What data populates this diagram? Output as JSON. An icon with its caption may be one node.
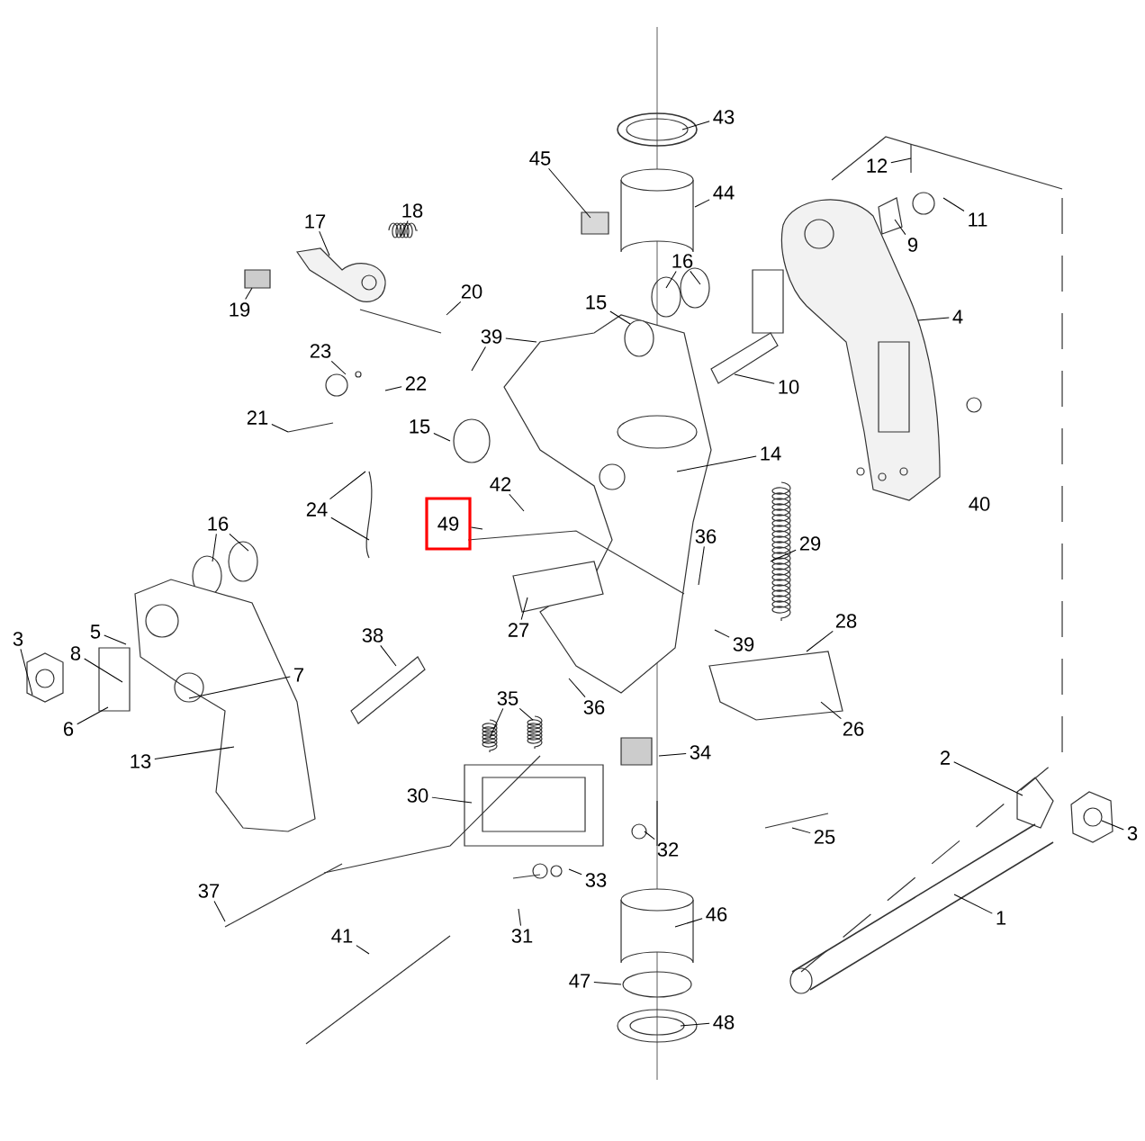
{
  "diagram": {
    "nodes": [
      {
        "text": [
          "43"
        ]
      },
      {
        "text": [
          "45"
        ]
      },
      {
        "text": [
          "44"
        ]
      },
      {
        "text": [
          "12"
        ]
      },
      {
        "text": [
          "11"
        ]
      },
      {
        "text": [
          "9"
        ]
      },
      {
        "text": [
          "17"
        ]
      },
      {
        "text": [
          "18"
        ]
      },
      {
        "text": [
          "19"
        ]
      },
      {
        "text": [
          "20"
        ]
      },
      {
        "text": [
          "16"
        ]
      },
      {
        "text": [
          "15"
        ]
      },
      {
        "text": [
          "4"
        ]
      },
      {
        "text": [
          "39"
        ]
      },
      {
        "text": [
          "23"
        ]
      },
      {
        "text": [
          "22"
        ]
      },
      {
        "text": [
          "21"
        ]
      },
      {
        "text": [
          "10"
        ]
      },
      {
        "text": [
          "15"
        ]
      },
      {
        "text": [
          "14"
        ]
      },
      {
        "text": [
          "40"
        ]
      },
      {
        "text": [
          "24"
        ]
      },
      {
        "text": [
          "42"
        ]
      },
      {
        "text": [
          "49"
        ]
      },
      {
        "text": [
          "16"
        ]
      },
      {
        "text": [
          "36"
        ]
      },
      {
        "text": [
          "29"
        ]
      },
      {
        "text": [
          "3"
        ]
      },
      {
        "text": [
          "5"
        ]
      },
      {
        "text": [
          "8"
        ]
      },
      {
        "text": [
          "6"
        ]
      },
      {
        "text": [
          "7"
        ]
      },
      {
        "text": [
          "38"
        ]
      },
      {
        "text": [
          "27"
        ]
      },
      {
        "text": [
          "28"
        ]
      },
      {
        "text": [
          "39"
        ]
      },
      {
        "text": [
          "13"
        ]
      },
      {
        "text": [
          "35"
        ]
      },
      {
        "text": [
          "36"
        ]
      },
      {
        "text": [
          "26"
        ]
      },
      {
        "text": [
          "34"
        ]
      },
      {
        "text": [
          "30"
        ]
      },
      {
        "text": [
          "2"
        ]
      },
      {
        "text": [
          "3"
        ]
      },
      {
        "text": [
          "32"
        ]
      },
      {
        "text": [
          "25"
        ]
      },
      {
        "text": [
          "33"
        ]
      },
      {
        "text": [
          "1"
        ]
      },
      {
        "text": [
          "37"
        ]
      },
      {
        "text": [
          "31"
        ]
      },
      {
        "text": [
          "46"
        ]
      },
      {
        "text": [
          "41"
        ]
      },
      {
        "text": [
          "47"
        ]
      },
      {
        "text": [
          "48"
        ]
      }
    ],
    "edges": [
      {
        "from": 0,
        "to": null,
        "arrow": "none"
      },
      {
        "from": 1,
        "to": null,
        "arrow": "none"
      },
      {
        "from": 2,
        "to": null,
        "arrow": "none"
      },
      {
        "from": 3,
        "to": null,
        "arrow": "none"
      },
      {
        "from": 4,
        "to": null,
        "arrow": "none"
      },
      {
        "from": 5,
        "to": null,
        "arrow": "none"
      },
      {
        "from": 6,
        "to": null,
        "arrow": "none"
      },
      {
        "from": 7,
        "to": null,
        "arrow": "none"
      },
      {
        "from": 8,
        "to": null,
        "arrow": "none"
      },
      {
        "from": 9,
        "to": null,
        "arrow": "none"
      },
      {
        "from": 10,
        "to": null,
        "arrow": "none"
      },
      {
        "from": 10,
        "to": null,
        "arrow": "none"
      },
      {
        "from": 11,
        "to": null,
        "arrow": "none"
      },
      {
        "from": 12,
        "to": null,
        "arrow": "none"
      },
      {
        "from": 13,
        "to": null,
        "arrow": "none"
      },
      {
        "from": 13,
        "to": null,
        "arrow": "none"
      },
      {
        "from": 14,
        "to": null,
        "arrow": "none"
      },
      {
        "from": 15,
        "to": null,
        "arrow": "none"
      },
      {
        "from": 16,
        "to": null,
        "arrow": "none"
      },
      {
        "from": 17,
        "to": null,
        "arrow": "none"
      },
      {
        "from": 18,
        "to": null,
        "arrow": "none"
      },
      {
        "from": 19,
        "to": null,
        "arrow": "none"
      },
      {
        "from": 21,
        "to": null,
        "arrow": "none"
      },
      {
        "from": 21,
        "to": null,
        "arrow": "none"
      },
      {
        "from": 22,
        "to": null,
        "arrow": "none"
      },
      {
        "from": 23,
        "to": null,
        "arrow": "none"
      },
      {
        "from": 24,
        "to": null,
        "arrow": "none"
      },
      {
        "from": 24,
        "to": null,
        "arrow": "none"
      },
      {
        "from": 25,
        "to": null,
        "arrow": "none"
      },
      {
        "from": 26,
        "to": null,
        "arrow": "none"
      },
      {
        "from": 27,
        "to": null,
        "arrow": "none"
      },
      {
        "from": 28,
        "to": null,
        "arrow": "none"
      },
      {
        "from": 29,
        "to": null,
        "arrow": "none"
      },
      {
        "from": 30,
        "to": null,
        "arrow": "none"
      },
      {
        "from": 31,
        "to": null,
        "arrow": "none"
      },
      {
        "from": 32,
        "to": null,
        "arrow": "none"
      },
      {
        "from": 33,
        "to": null,
        "arrow": "none"
      },
      {
        "from": 34,
        "to": null,
        "arrow": "none"
      },
      {
        "from": 35,
        "to": null,
        "arrow": "none"
      },
      {
        "from": 36,
        "to": null,
        "arrow": "none"
      },
      {
        "from": 37,
        "to": null,
        "arrow": "none"
      },
      {
        "from": 37,
        "to": null,
        "arrow": "none"
      },
      {
        "from": 38,
        "to": null,
        "arrow": "none"
      },
      {
        "from": 39,
        "to": null,
        "arrow": "none"
      },
      {
        "from": 40,
        "to": null,
        "arrow": "none"
      },
      {
        "from": 41,
        "to": null,
        "arrow": "none"
      },
      {
        "from": 42,
        "to": null,
        "arrow": "none"
      },
      {
        "from": 43,
        "to": null,
        "arrow": "none"
      },
      {
        "from": 44,
        "to": null,
        "arrow": "none"
      },
      {
        "from": 45,
        "to": null,
        "arrow": "none"
      },
      {
        "from": 46,
        "to": null,
        "arrow": "none"
      },
      {
        "from": 47,
        "to": null,
        "arrow": "none"
      },
      {
        "from": 48,
        "to": null,
        "arrow": "none"
      },
      {
        "from": 49,
        "to": null,
        "arrow": "none"
      },
      {
        "from": 50,
        "to": null,
        "arrow": "none"
      },
      {
        "from": 51,
        "to": null,
        "arrow": "none"
      },
      {
        "from": 52,
        "to": null,
        "arrow": "none"
      },
      {
        "from": 53,
        "to": null,
        "arrow": "none"
      }
    ]
  }
}
